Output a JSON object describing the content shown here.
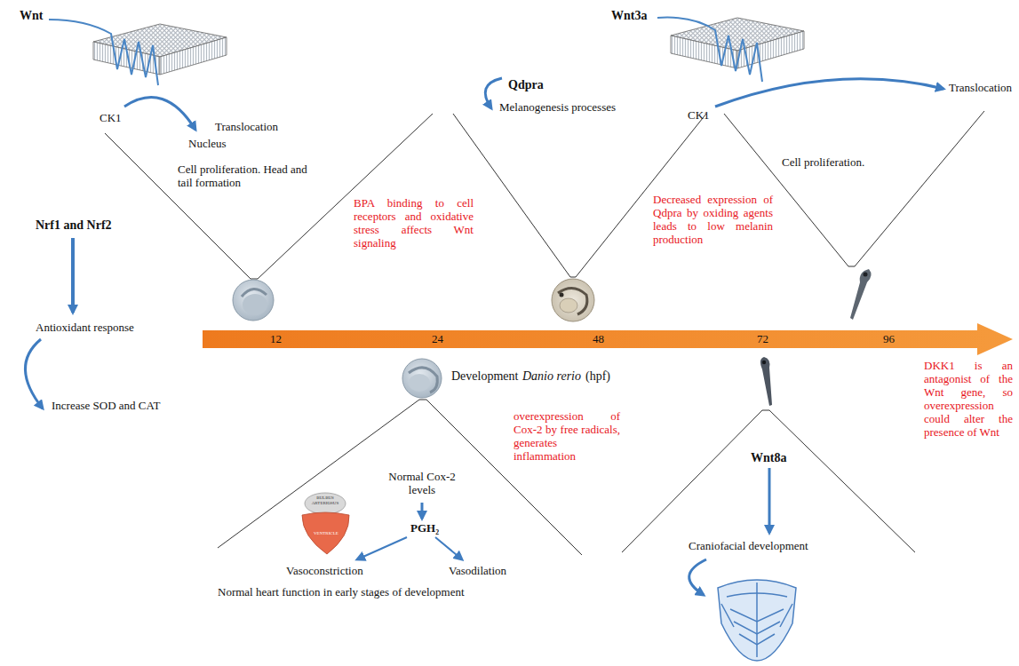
{
  "diagram": {
    "labels": [
      "Wnt",
      "Translocation",
      "CK1",
      "Nucleus",
      "Cell proliferation. Head and tail formation",
      "Qdpra",
      "Melanogenesis processes",
      "Wnt3a",
      "Translocation",
      "CK1",
      "Cell proliferation.",
      "Nrf1 and Nrf2",
      "Antioxidant response",
      "Increase SOD and CAT",
      "BPA binding to cell receptors and oxidative stress affects Wnt signaling",
      "Decreased expression of Qdpra by oxiding agents leads to low melanin production",
      "12",
      "24",
      "48",
      "72",
      "96",
      "Development",
      "Danio rerio",
      "(hpf)",
      "Normal Cox-2 levels",
      "PGH₂",
      "BULBUS ARTERIOSUS",
      "VENTRICLE",
      "Vasoconstriction",
      "Vasodilation",
      "Normal heart function in early stages of development",
      "overexpression of Cox-2 by free radicals, generates inflammation",
      "Wnt8a",
      "Craniofacial development",
      "DKK1 is an antagonist of the Wnt gene, so overexpression could alter the presence of Wnt"
    ]
  }
}
